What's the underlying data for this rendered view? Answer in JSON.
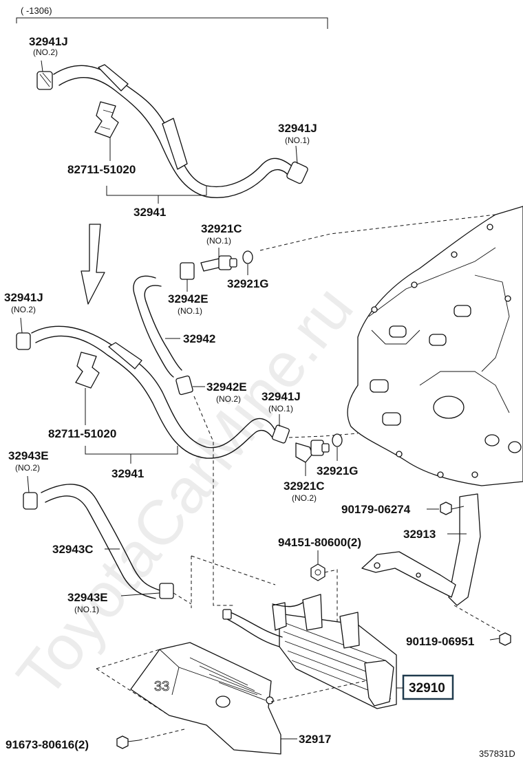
{
  "header": {
    "date_range": "(      -1306)"
  },
  "watermark": "ToyotaCarMine.ru",
  "figure_code": "357831D",
  "labels": {
    "top_hose_clamp_no2": "32941J",
    "top_hose_clamp_no2_sub": "(NO.2)",
    "top_clip": "82711-51020",
    "top_hose_clamp_no1": "32941J",
    "top_hose_clamp_no1_sub": "(NO.1)",
    "top_hose": "32941",
    "union_no1": "32921C",
    "union_no1_sub": "(NO.1)",
    "gasket_upper": "32921G",
    "clamp_32942e_no1": "32942E",
    "clamp_32942e_no1_sub": "(NO.1)",
    "hose_32942": "32942",
    "mid_hose_clamp_no2": "32941J",
    "mid_hose_clamp_no2_sub": "(NO.2)",
    "clamp_32942e_no2": "32942E",
    "clamp_32942e_no2_sub": "(NO.2)",
    "mid_hose_clamp_no1": "32941J",
    "mid_hose_clamp_no1_sub": "(NO.1)",
    "mid_clip": "82711-51020",
    "mid_hose": "32941",
    "gasket_lower": "32921G",
    "union_no2": "32921C",
    "union_no2_sub": "(NO.2)",
    "clamp_32943e_no2": "32943E",
    "clamp_32943e_no2_sub": "(NO.2)",
    "hose_32943c": "32943C",
    "clamp_32943e_no1": "32943E",
    "clamp_32943e_no1_sub": "(NO.1)",
    "bolt_90179": "90179-06274",
    "bracket_32913": "32913",
    "nut_94151": "94151-80600(2)",
    "bolt_90119": "90119-06951",
    "cooler_32910": "32910",
    "cover_32917": "32917",
    "bolt_91673": "91673-80616(2)"
  }
}
